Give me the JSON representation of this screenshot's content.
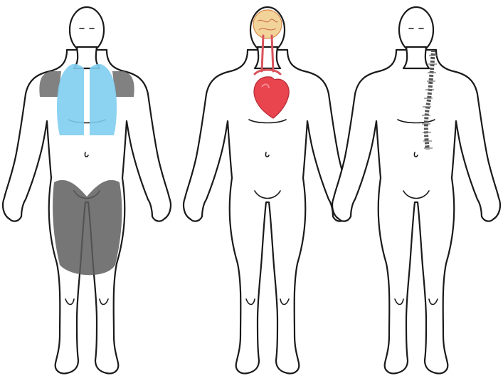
{
  "figures": [
    {
      "id": "left-figure",
      "highlights": [
        "lungs",
        "shoulders",
        "thighs"
      ]
    },
    {
      "id": "middle-figure",
      "highlights": [
        "brain",
        "heart",
        "vessels"
      ]
    },
    {
      "id": "right-figure",
      "highlights": [
        "spine"
      ]
    }
  ],
  "colors": {
    "outline": "#1a1a1a",
    "lungs": "#7fcdf0",
    "shade": "#6b6b6b",
    "heart": "#e8454f",
    "heart_light": "#f58a8e",
    "brain": "#f2d49a",
    "vessel": "#d9535b",
    "spine": "#555555"
  }
}
